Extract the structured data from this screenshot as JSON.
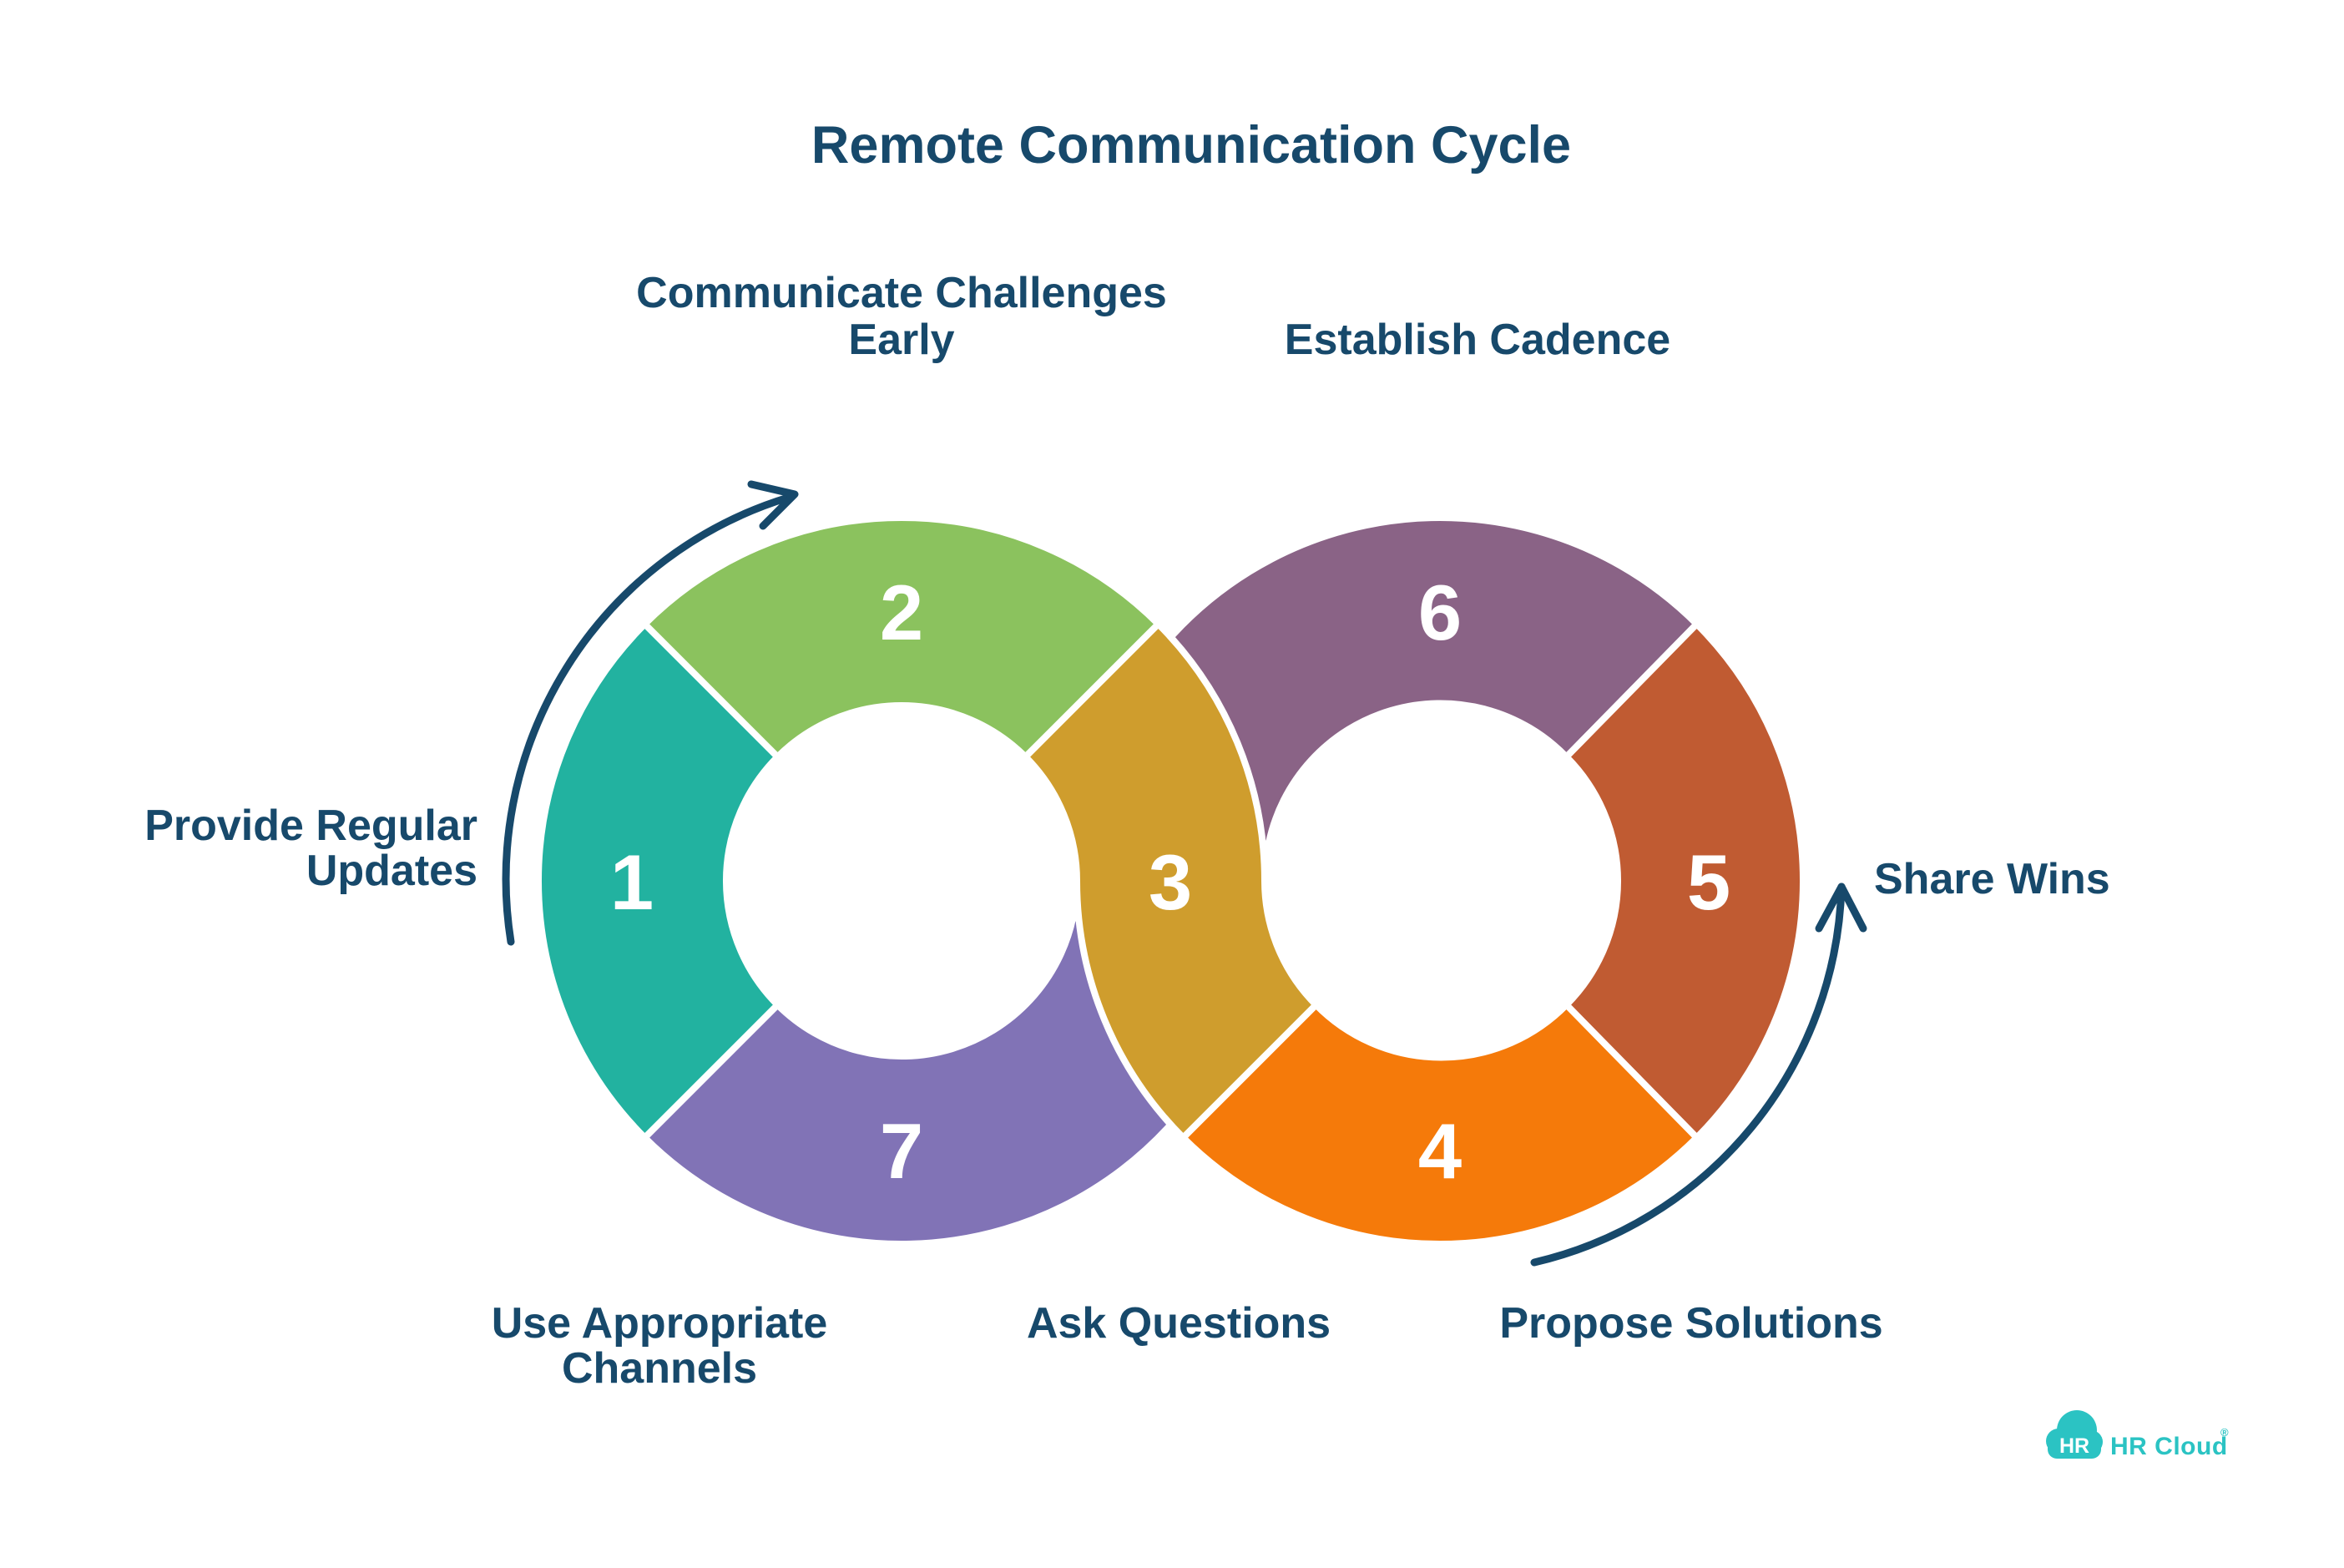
{
  "title": "Remote Communication Cycle",
  "colors": {
    "text_navy": "#17496b",
    "arrow_navy": "#17496b",
    "logo_teal": "#2bc3c3",
    "white": "#ffffff"
  },
  "steps": [
    {
      "number": "1",
      "label": "Provide Regular Updates",
      "label_lines": [
        "Provide Regular",
        "Updates"
      ],
      "color": "#22b2a0"
    },
    {
      "number": "2",
      "label": "Communicate Challenges Early",
      "label_lines": [
        "Communicate Challenges",
        "Early"
      ],
      "color": "#8bc25e"
    },
    {
      "number": "3",
      "label": "Ask Questions",
      "label_lines": [
        "Ask Questions"
      ],
      "color": "#cf9d2d"
    },
    {
      "number": "4",
      "label": "Propose Solutions",
      "label_lines": [
        "Propose Solutions"
      ],
      "color": "#f57a0a"
    },
    {
      "number": "5",
      "label": "Share Wins",
      "label_lines": [
        "Share Wins"
      ],
      "color": "#c05b32"
    },
    {
      "number": "6",
      "label": "Establish Cadence",
      "label_lines": [
        "Establish Cadence"
      ],
      "color": "#8a6386"
    },
    {
      "number": "7",
      "label": "Use Appropriate Channels",
      "label_lines": [
        "Use Appropriate",
        "Channels"
      ],
      "color": "#8173b6"
    }
  ],
  "logo": {
    "badge": "HR",
    "name": "HR Cloud",
    "registered": "®"
  }
}
